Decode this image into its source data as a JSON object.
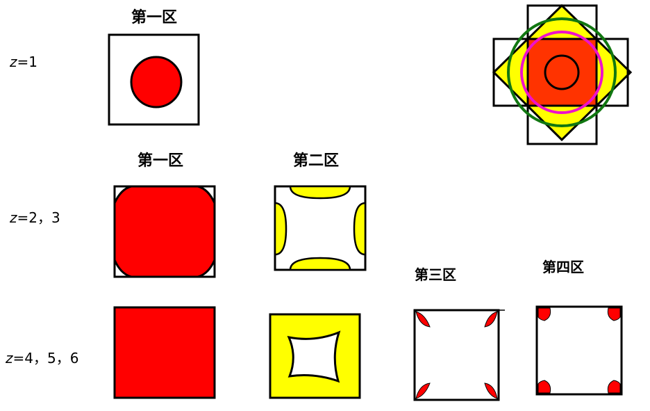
{
  "rows": [
    {
      "label_var": "z",
      "label_rest": "=1",
      "panels": [
        {
          "title": "第一区",
          "kind": "red-circle"
        }
      ]
    },
    {
      "label_var": "z",
      "label_rest": "=2，3",
      "panels": [
        {
          "title": "第一区",
          "kind": "red-octagon"
        },
        {
          "title": "第二区",
          "kind": "yellow-edge-caps"
        }
      ]
    },
    {
      "label_var": "z",
      "label_rest": "=4，5，6",
      "panels": [
        {
          "title": "",
          "kind": "red-square"
        },
        {
          "title": "",
          "kind": "yellow-concave"
        },
        {
          "title": "第三区",
          "kind": "corner-petals"
        },
        {
          "title": "第四区",
          "kind": "corner-blobs"
        }
      ]
    }
  ],
  "overview": {
    "kind": "nested-zones-overlay"
  },
  "colors": {
    "red": "#ff0000",
    "orange_red": "#ff3300",
    "yellow": "#ffff00",
    "green": "#117711",
    "magenta": "#ee11cc",
    "outline": "#000000"
  }
}
